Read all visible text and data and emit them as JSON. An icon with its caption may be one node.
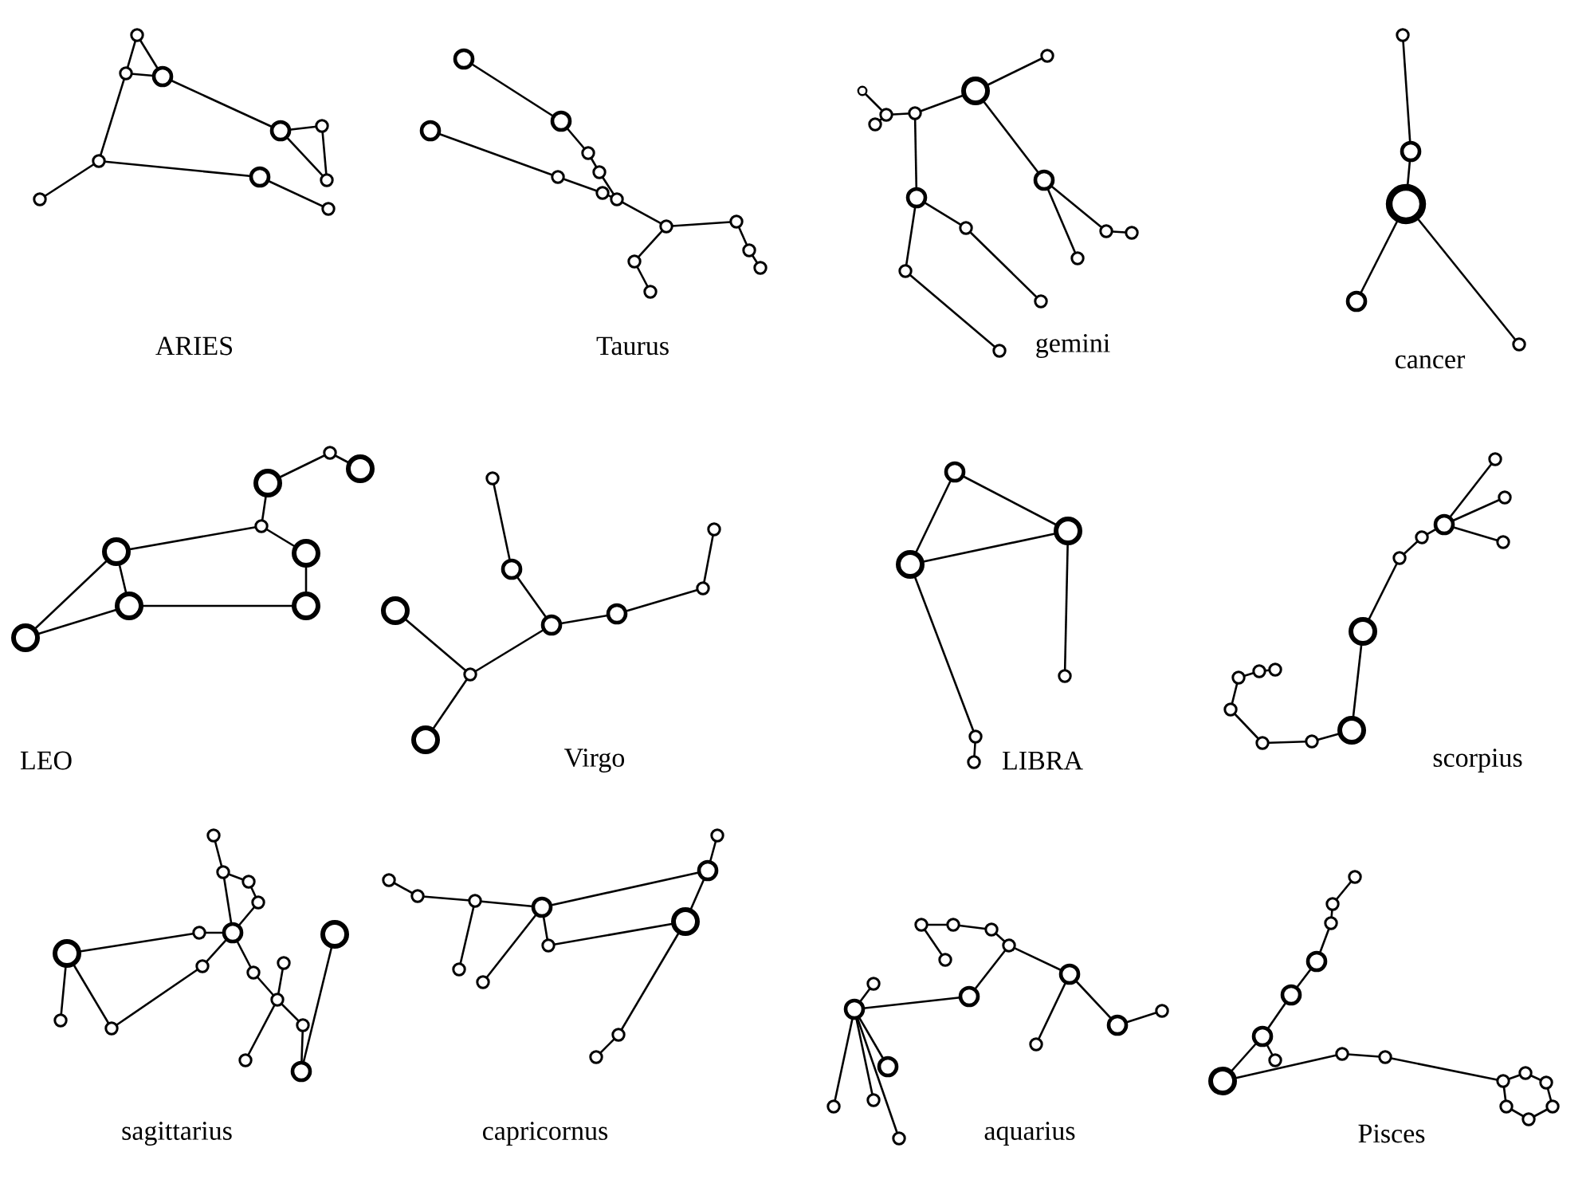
{
  "diagram": {
    "labels": [
      "ARIES",
      "Taurus",
      "gemini",
      "cancer",
      "LEO",
      "Virgo",
      "LIBRA",
      "scorpius",
      "sagittarius",
      "capricornus",
      "aquarius",
      "Pisces"
    ]
  }
}
